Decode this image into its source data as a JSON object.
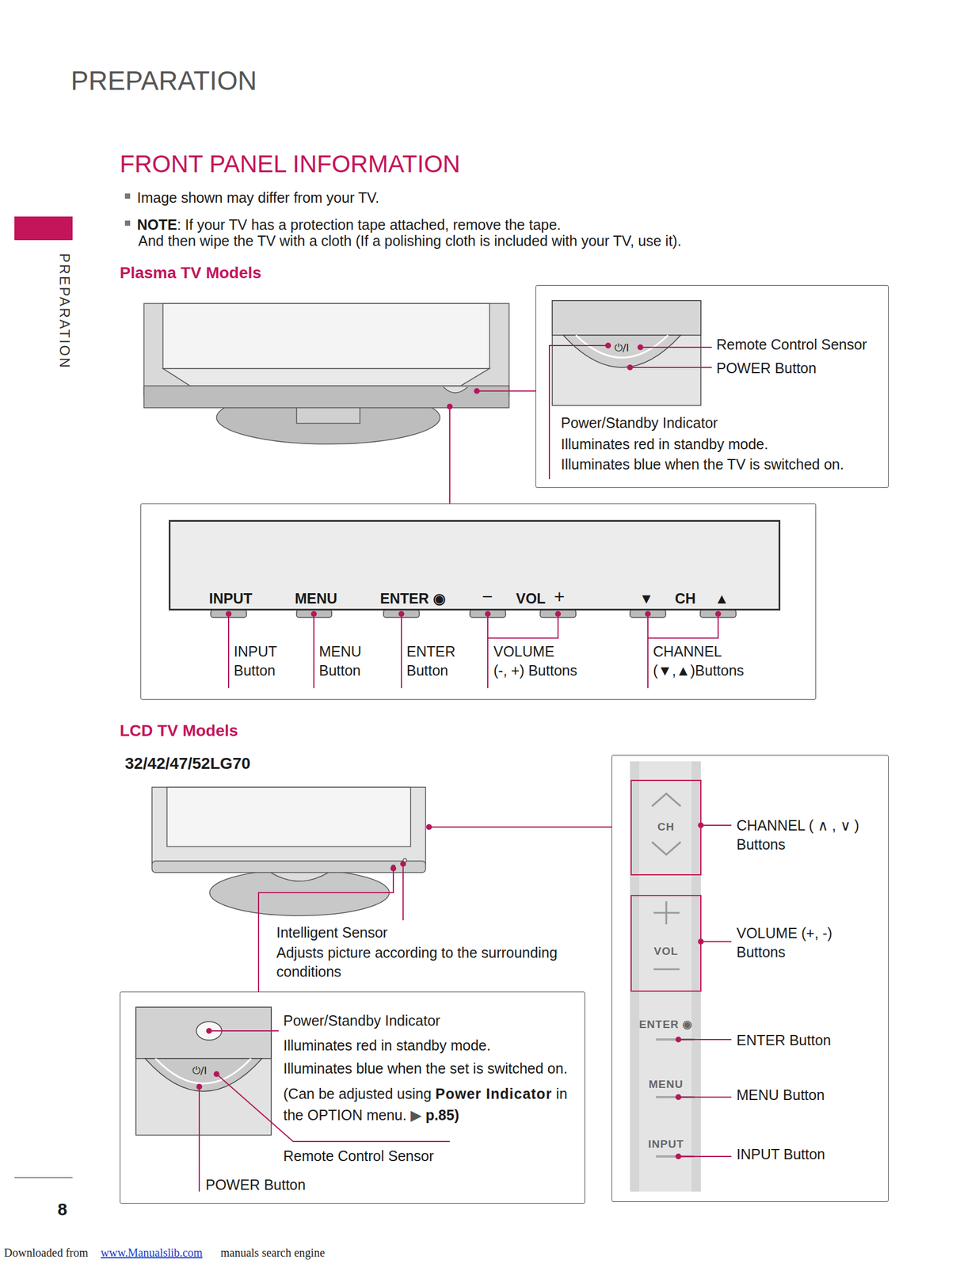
{
  "diagram": {
    "title": "FRONT PANEL INFORMATION",
    "nodes": [
      {
        "text": [
          "⏻/I",
          "Remote Control Sensor",
          "POWER Button",
          "Power/Standby Indicator",
          "Illuminates red in standby mode.",
          "Illuminates blue when the TV is switched on."
        ]
      },
      {
        "text": [
          "INPUT Button",
          "MENU Button",
          "ENTER Button",
          "VOLUME (-, +) Buttons",
          "CHANNEL (▼,▲)Buttons"
        ]
      },
      {
        "text": [
          "INPUT",
          "MENU",
          "ENTER ◉",
          "−",
          "VOL",
          "+",
          "▼",
          "CH",
          "▲"
        ],
        "in": 1
      },
      {
        "text": [
          "⏻/I",
          "Power/Standby Indicator",
          "Illuminates red in standby mode.",
          "Illuminates blue when the set is switched on.",
          "(Can be adjusted using",
          "Power Indicator",
          "in the OPTION menu.",
          "▶",
          "p.85)",
          "Remote Control Sensor",
          "POWER Button"
        ]
      },
      {
        "text": [
          "ENTER ◉",
          "MENU",
          "INPUT",
          "CHANNEL ( ∧ , ∨ ) Buttons",
          "VOLUME (+, -) Buttons",
          "ENTER Button",
          "MENU Button",
          "INPUT Button"
        ]
      },
      {
        "text": [
          "CH"
        ],
        "in": 4
      },
      {
        "text": [
          "VOL"
        ],
        "in": 4
      }
    ],
    "labels": [
      "PREPARATION",
      "PREPARATION",
      "Image shown may differ from your TV.",
      "NOTE",
      ": If your TV has a protection tape attached, remove the tape.",
      "And then wipe the TV with a cloth (If a polishing cloth is included with your TV, use it).",
      "Plasma TV Models",
      "LCD TV Models",
      "32/42/47/52LG70",
      "Intelligent Sensor",
      "Adjusts picture according to the surrounding conditions",
      "8",
      "Downloaded from",
      "www.Manualslib.com",
      "manuals search engine"
    ]
  }
}
